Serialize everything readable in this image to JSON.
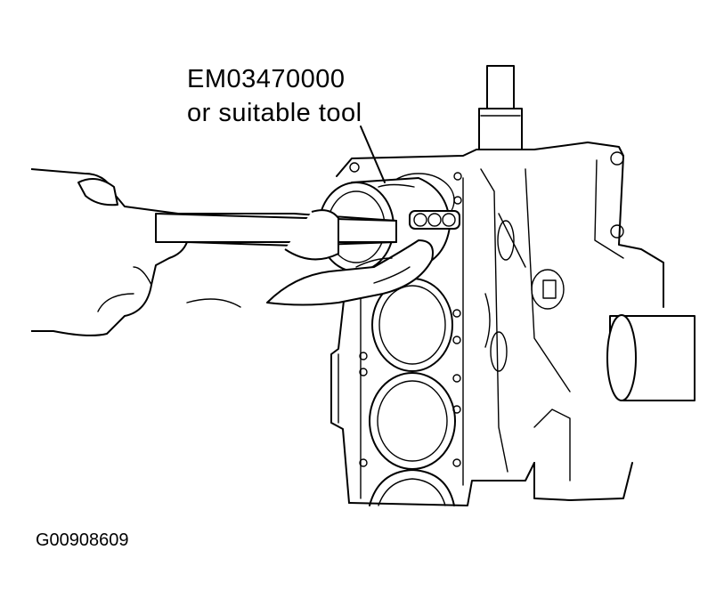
{
  "callout": {
    "line1": "EM03470000",
    "line2": "or suitable tool"
  },
  "figure_id": "G00908609"
}
